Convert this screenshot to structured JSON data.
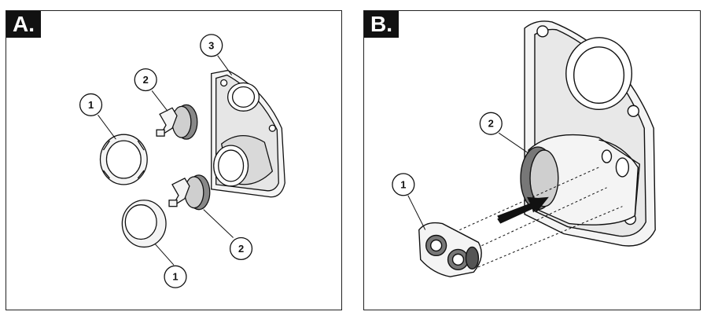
{
  "panels": [
    {
      "label": "A.",
      "callouts": [
        "1",
        "2",
        "3",
        "2",
        "1"
      ]
    },
    {
      "label": "B.",
      "callouts": [
        "2",
        "1"
      ]
    }
  ],
  "colors": {
    "line": "#111111",
    "fill_light": "#f2f2f2",
    "fill_mid": "#bdbdbd",
    "fill_dark": "#555555"
  }
}
